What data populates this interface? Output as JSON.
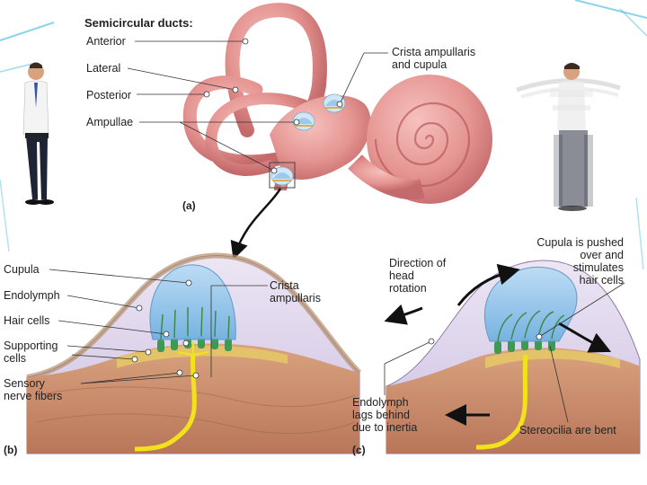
{
  "panel_a": {
    "tag": "(a)",
    "heading": "Semicircular ducts:",
    "labels": {
      "anterior": "Anterior",
      "lateral": "Lateral",
      "posterior": "Posterior",
      "ampullae": "Ampullae",
      "crista_cupula_1": "Crista ampullaris",
      "crista_cupula_2": "and cupula"
    }
  },
  "panel_b": {
    "tag": "(b)",
    "labels": {
      "cupula": "Cupula",
      "endolymph": "Endolymph",
      "hair_cells": "Hair cells",
      "supporting_1": "Supporting",
      "supporting_2": "cells",
      "sensory_1": "Sensory",
      "sensory_2": "nerve fibers",
      "crista_1": "Crista",
      "crista_2": "ampullaris"
    }
  },
  "panel_c": {
    "tag": "(c)",
    "labels": {
      "direction_1": "Direction of",
      "direction_2": "head",
      "direction_3": "rotation",
      "pushed_1": "Cupula is pushed",
      "pushed_2": "over and",
      "pushed_3": "stimulates",
      "pushed_4": "hair cells",
      "lags_1": "Endolymph",
      "lags_2": "lags behind",
      "lags_3": "due to inertia",
      "stereocilia": "Stereocilia are bent"
    }
  },
  "colors": {
    "duct_pink": "#e99a9a",
    "duct_dark": "#b85c5f",
    "endolymph_lilac": "#d9cfea",
    "cupula_blue": "#8fc3ea",
    "tissue_brown": "#c98f6b",
    "nerve_yellow": "#f2e21a",
    "accent_cyan": "#3fb8d8"
  }
}
